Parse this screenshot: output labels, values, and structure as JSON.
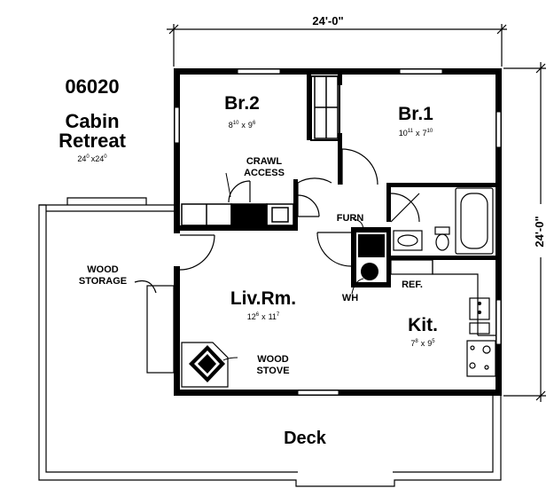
{
  "plan": {
    "number": "06020",
    "name_line1": "Cabin",
    "name_line2": "Retreat",
    "size_w_main": "24",
    "size_w_sup": "0",
    "size_x": "x",
    "size_h_main": "24",
    "size_h_sup": "0",
    "width_dim": "24'-0\"",
    "depth_dim": "24'-0\""
  },
  "rooms": {
    "br2": {
      "name": "Br.2",
      "d1": "8",
      "d1s": "10",
      "x": "x",
      "d2": "9",
      "d2s": "6"
    },
    "br1": {
      "name": "Br.1",
      "d1": "10",
      "d1s": "11",
      "x": "x",
      "d2": "7",
      "d2s": "10"
    },
    "liv": {
      "name": "Liv.Rm.",
      "d1": "12",
      "d1s": "6",
      "x": "x",
      "d2": "11",
      "d2s": "7"
    },
    "kit": {
      "name": "Kit.",
      "d1": "7",
      "d1s": "8",
      "x": "x",
      "d2": "9",
      "d2s": "5"
    },
    "deck": {
      "name": "Deck"
    }
  },
  "labels": {
    "crawl1": "CRAWL",
    "crawl2": "ACCESS",
    "furn": "FURN",
    "wh": "WH",
    "ref": "REF.",
    "wood_storage1": "WOOD",
    "wood_storage2": "STORAGE",
    "wood_stove1": "WOOD",
    "wood_stove2": "STOVE"
  }
}
